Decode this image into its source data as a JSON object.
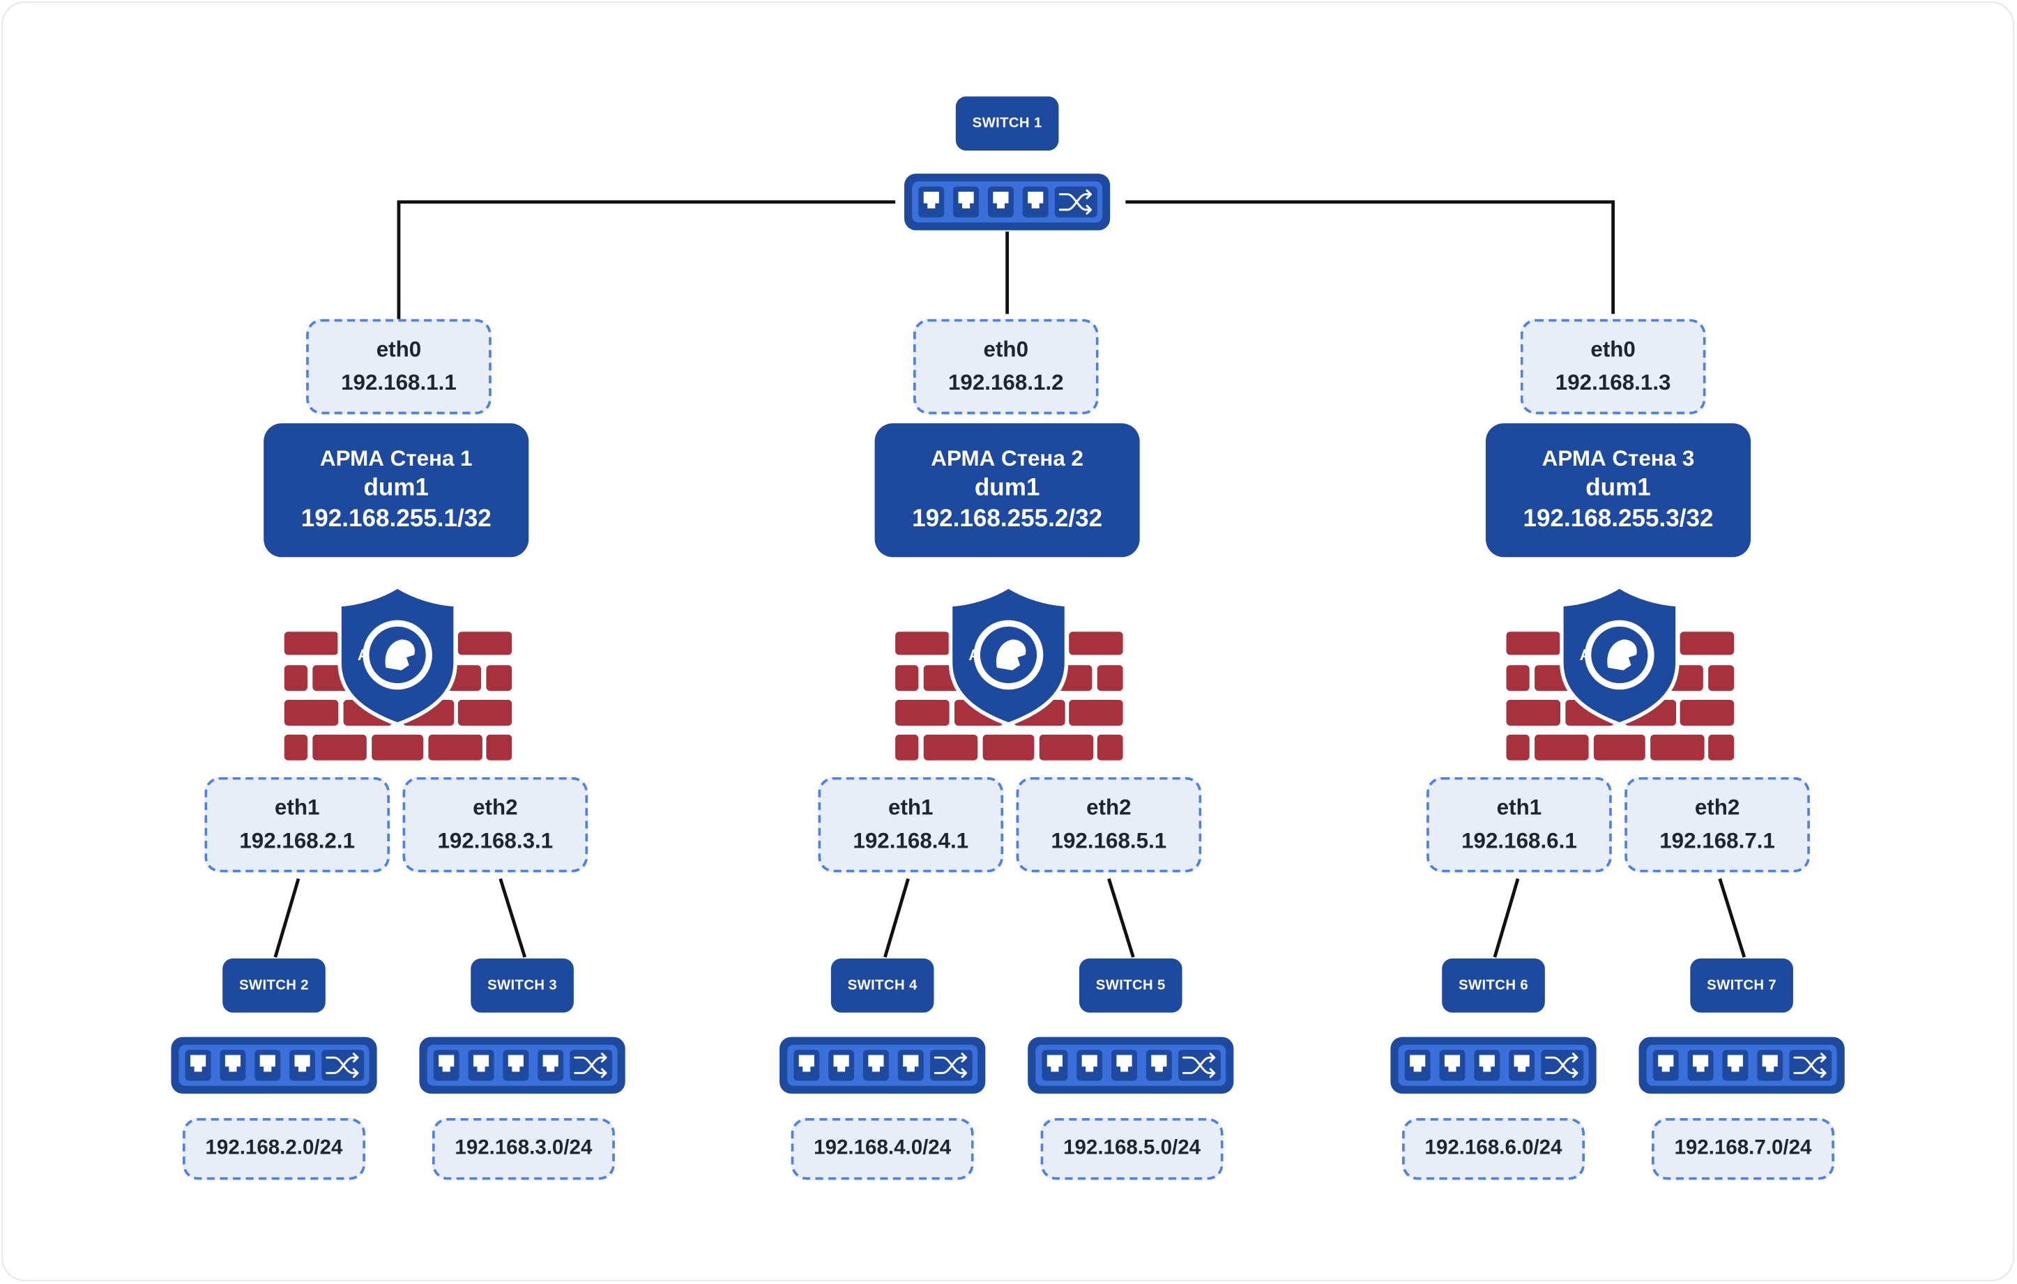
{
  "colors": {
    "primary_blue": "#1d4a9f",
    "switch_inner": "#3b6fd9",
    "dashed_border": "#4f80e2",
    "box_fill": "#e8eef7",
    "brick_red": "#a8313e",
    "wire": "#111111"
  },
  "top_switch": {
    "label": "SWITCH 1",
    "icon": "network-switch-icon"
  },
  "firewalls": [
    {
      "name": "АРМА Стена 1",
      "dummy_iface": "dum1",
      "dummy_ip": "192.168.255.1/32",
      "uplink": {
        "name": "eth0",
        "ip": "192.168.1.1"
      },
      "icon": "firewall-shield-icon",
      "lans": [
        {
          "iface": "eth1",
          "ip": "192.168.2.1",
          "switch": "SWITCH 2",
          "subnet": "192.168.2.0/24"
        },
        {
          "iface": "eth2",
          "ip": "192.168.3.1",
          "switch": "SWITCH 3",
          "subnet": "192.168.3.0/24"
        }
      ]
    },
    {
      "name": "АРМА Стена 2",
      "dummy_iface": "dum1",
      "dummy_ip": "192.168.255.2/32",
      "uplink": {
        "name": "eth0",
        "ip": "192.168.1.2"
      },
      "icon": "firewall-shield-icon",
      "lans": [
        {
          "iface": "eth1",
          "ip": "192.168.4.1",
          "switch": "SWITCH 4",
          "subnet": "192.168.4.0/24"
        },
        {
          "iface": "eth2",
          "ip": "192.168.5.1",
          "switch": "SWITCH 5",
          "subnet": "192.168.5.0/24"
        }
      ]
    },
    {
      "name": "АРМА Стена 3",
      "dummy_iface": "dum1",
      "dummy_ip": "192.168.255.3/32",
      "uplink": {
        "name": "eth0",
        "ip": "192.168.1.3"
      },
      "icon": "firewall-shield-icon",
      "lans": [
        {
          "iface": "eth1",
          "ip": "192.168.6.1",
          "switch": "SWITCH 6",
          "subnet": "192.168.6.0/24"
        },
        {
          "iface": "eth2",
          "ip": "192.168.7.1",
          "switch": "SWITCH 7",
          "subnet": "192.168.7.0/24"
        }
      ]
    }
  ]
}
